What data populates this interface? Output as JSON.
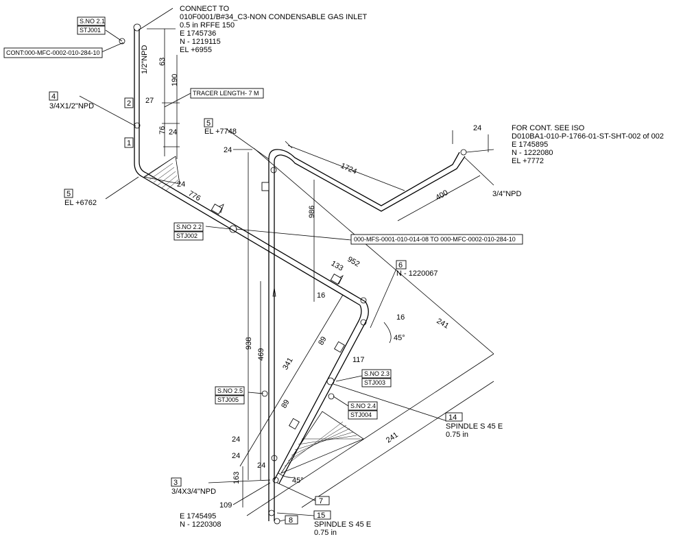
{
  "connect": {
    "title": "CONNECT TO",
    "line": "010F0001/B#34_C3-NON CONDENSABLE GAS INLET",
    "size": "0.5 in RFFE 150",
    "e": "E 1745736",
    "n": "N - 1219115",
    "el": "EL +6955"
  },
  "cont_top": {
    "title": "FOR CONT. SEE ISO",
    "iso": "D010BA1-010-P-1766-01-ST-SHT-002 of 002",
    "e": "E 1745895",
    "n": "N - 1222080",
    "el": "EL +7772"
  },
  "cont_left": "CONT:000-MFC-0002-010-284-10",
  "tracer": "TRACER LENGTH- 7 M",
  "line_ref": "000-MFS-0001-010-014-08  TO 000-MFC-0002-010-284-10",
  "npd_half": "1/2\"NPD",
  "items": {
    "i4_num": "4",
    "i4_text": "3/4X1/2\"NPD",
    "i2_num": "2",
    "i1_num": "1",
    "i5a_num": "5",
    "i5a_text": "EL +7748",
    "i5b_num": "5",
    "i5b_text": "EL +6762",
    "i6_num": "6",
    "i6_text": "N - 1220067",
    "i3_num": "3",
    "i3_text": "3/4X3/4\"NPD",
    "i7_num": "7",
    "i8_num": "8",
    "i14_num": "14",
    "i14_text": "SPINDLE S 45 E",
    "i14_size": "0.75 in",
    "i15_num": "15",
    "i15_text": "SPINDLE S 45 E",
    "i15_size": "0.75 in",
    "npd34": "3/4\"NPD",
    "bottom_e": "E 1745495",
    "bottom_n": "N - 1220308"
  },
  "sno": {
    "s21": "S.NO 2.1",
    "t1": "STJ001",
    "s22": "S.NO 2.2",
    "t2": "STJ002",
    "s23": "S.NO 2.3",
    "t3": "STJ003",
    "s24": "S.NO 2.4",
    "t4": "STJ004",
    "s25": "S.NO 2.5",
    "t5": "STJ005"
  },
  "dims": {
    "d63": "63",
    "d190": "190",
    "d27": "27",
    "d76": "76",
    "d24a": "24",
    "d24b": "24",
    "d24c": "24",
    "d24d": "24",
    "d24e": "24",
    "d24f": "24",
    "d776": "776",
    "d1724": "1724",
    "d400": "400",
    "d986": "986",
    "d952": "952",
    "d133": "133",
    "d16a": "16",
    "d16b": "16",
    "d241a": "241",
    "d241b": "241",
    "d45a": "45°",
    "d45b": "45°",
    "d89a": "89",
    "d89b": "89",
    "d117": "117",
    "d341": "341",
    "d938": "938",
    "d469": "469",
    "d163": "163",
    "d109": "109"
  }
}
